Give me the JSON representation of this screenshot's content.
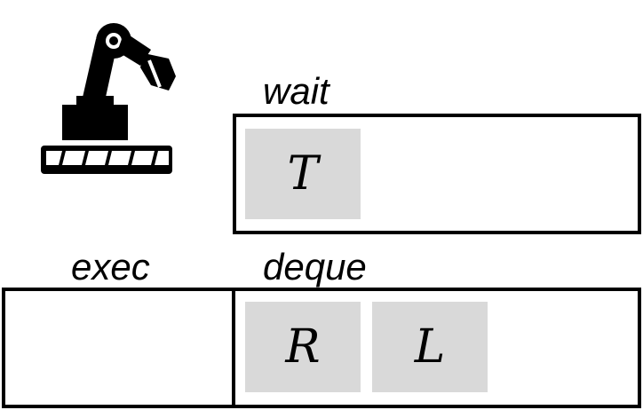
{
  "icon": {
    "name": "robot-arm-icon"
  },
  "wait": {
    "label": "wait",
    "items": [
      "T"
    ]
  },
  "exec": {
    "label": "exec"
  },
  "deque": {
    "label": "deque",
    "items": [
      "R",
      "L"
    ]
  },
  "colors": {
    "cell_fill": "#d9d9d9",
    "stroke": "#000000",
    "background": "#ffffff"
  }
}
